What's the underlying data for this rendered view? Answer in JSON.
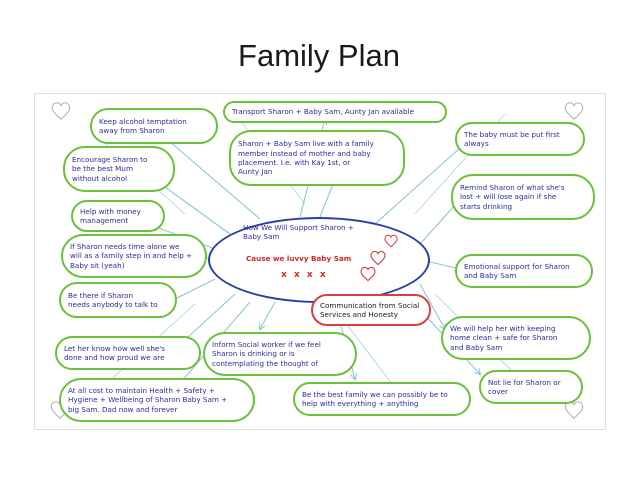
{
  "slide": {
    "title": "Family Plan"
  },
  "hub": {
    "title": "How We Will Support Sharon +\nBaby Sam",
    "subtitle": "Cause we luvvy Baby Sam",
    "kisses": "x x x x"
  },
  "bubbles": {
    "alcohol": "Keep alcohol temptation\naway from Sharon",
    "transport": "Transport Sharon + Baby Sam, Aunty Jan available",
    "live_with": "Sharon + Baby Sam live with a family\nmember instead of mother and baby\nplacement. I.e. with Kay 1st,   or\nAunty Jan",
    "baby_first": "The baby must be put first\nalways",
    "best_mum": "Encourage Sharon to\nbe the best Mum\nwithout alcohol",
    "remind": "Remind Sharon of what she's\nlost + will lose again if she\nstarts drinking",
    "money": "Help with money\nmanagement",
    "step_in": "If Sharon needs time alone we\nwill as a family step in and help +\nBaby sit (yeah)",
    "emotional": "Emotional support for Sharon\nand Baby Sam",
    "be_there": "Be there if Sharon\nneeds anybody to talk to",
    "communication": "Communication from Social\nServices and Honesty",
    "keeping_home": "We will help her with keeping\nhome clean + safe for Sharon\nand Baby Sam",
    "proud": "Let her know how well she's\ndone and how proud we are",
    "inform": "Inform Social worker if we feel\nSharon is drinking or is\ncontemplating the thought of",
    "lie": "Not lie for Sharon or\ncover",
    "all_cost": "At all cost to maintain Health + Safety +\nHygiene + Wellbeing of Sharon Baby Sam +\nbig Sam. Dad now and forever",
    "best_family": "Be the best family we can possibly be to\nhelp with everything + anything"
  },
  "colors": {
    "bubble_border": "#6cbf3a",
    "bubble_text": "#2c2c9c",
    "hub_border": "#2a3ea8",
    "accent_red": "#d02828",
    "arrow": "#8fc6d8"
  },
  "icons": [
    "heart-outline-icon",
    "heart-red-icon"
  ]
}
